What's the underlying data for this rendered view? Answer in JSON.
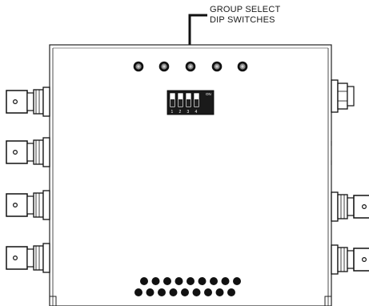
{
  "callout": {
    "line1": "GROUP SELECT",
    "line2": "DIP SWITCHES"
  },
  "dip_switch": {
    "numbers": [
      "1",
      "2",
      "3",
      "4"
    ],
    "on_label": "ON"
  },
  "connectors": {
    "left_count": 4,
    "right_count": 2,
    "right_top_cable_gland": 1
  },
  "indicators_count": 5,
  "vent_holes_count": 18
}
